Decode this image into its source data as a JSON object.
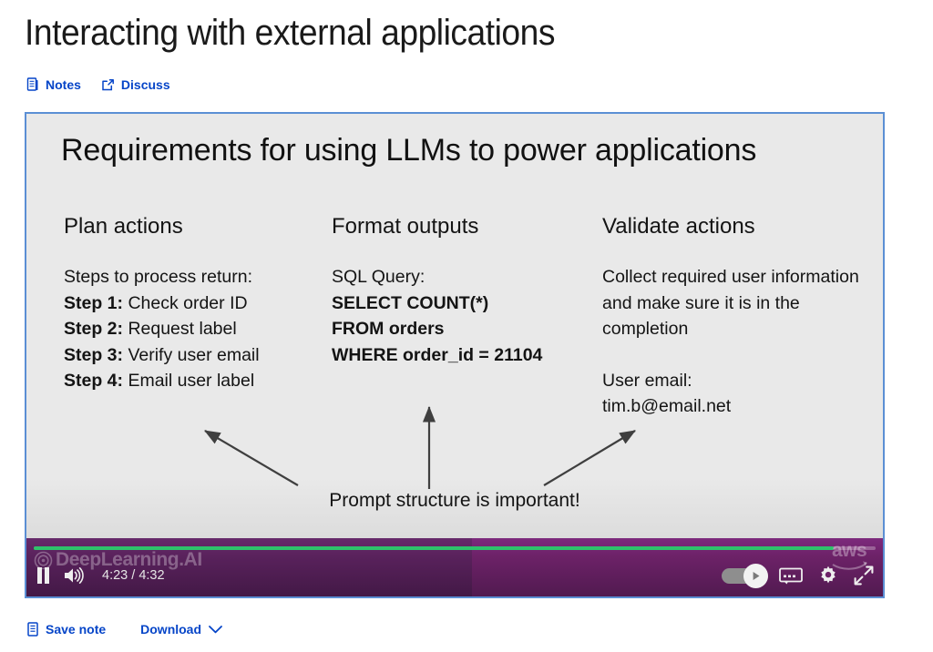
{
  "header": {
    "title": "Interacting with external applications",
    "links": [
      {
        "label": "Notes",
        "icon": "notes-icon"
      },
      {
        "label": "Discuss",
        "icon": "external-link-icon"
      }
    ]
  },
  "slide": {
    "title": "Requirements for using LLMs to power applications",
    "columns": [
      {
        "heading": "Plan actions",
        "lines": [
          {
            "text": "Steps to process return:",
            "bold_prefix": ""
          },
          {
            "text": "Check order ID",
            "bold_prefix": "Step 1:"
          },
          {
            "text": "Request label",
            "bold_prefix": "Step 2:"
          },
          {
            "text": "Verify user email",
            "bold_prefix": "Step 3:"
          },
          {
            "text": "Email user label",
            "bold_prefix": "Step 4:"
          }
        ]
      },
      {
        "heading": "Format outputs",
        "lines": [
          {
            "text": "SQL Query:",
            "bold_prefix": ""
          },
          {
            "text": "",
            "bold_prefix": "SELECT COUNT(*)"
          },
          {
            "text": "",
            "bold_prefix": "FROM orders"
          },
          {
            "text": "",
            "bold_prefix": "WHERE order_id = 21104"
          }
        ]
      },
      {
        "heading": "Validate actions",
        "paragraph": "Collect required user information and make sure it is in the completion",
        "lines": [
          {
            "text": "User email:",
            "bold_prefix": ""
          },
          {
            "text": "tim.b@email.net",
            "bold_prefix": ""
          }
        ]
      }
    ],
    "caption": "Prompt structure is important!",
    "arrow_color": "#3f3f3f",
    "background": "#e9e9e9"
  },
  "player": {
    "pause_label": "Pause",
    "volume_label": "Volume",
    "current_time": "4:23",
    "time_separator": "/",
    "duration": "4:32",
    "progress_percent": 95,
    "progress_color": "#2ec36b",
    "bar_color": "#6d2268",
    "watermark": "DeepLearning.AI",
    "brand_logo": "aws",
    "autoplay_on": true,
    "controls": [
      {
        "name": "autoplay-toggle",
        "label": "Autoplay"
      },
      {
        "name": "captions-button",
        "label": "Captions"
      },
      {
        "name": "settings-button",
        "label": "Settings"
      },
      {
        "name": "fullscreen-button",
        "label": "Fullscreen"
      }
    ],
    "border_color": "#5b8fd4"
  },
  "footer": {
    "links": [
      {
        "label": "Save note",
        "icon": "note-icon"
      },
      {
        "label": "Download",
        "icon": "chevron-down-icon"
      }
    ]
  },
  "colors": {
    "link": "#0645c8",
    "accent_green": "#2ec36b",
    "player_border": "#5b8fd4",
    "slide_bg": "#e9e9e9",
    "bar_purple": "#6d2268"
  }
}
